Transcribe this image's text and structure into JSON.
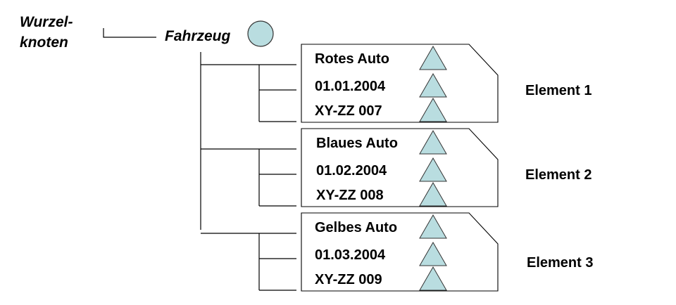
{
  "root": {
    "label_line1": "Wurzel-",
    "label_line2": "knoten"
  },
  "vehicle": {
    "label": "Fahrzeug",
    "node_icon": "circle-node-icon"
  },
  "elements": [
    {
      "label": "Element 1",
      "fields": [
        "Rotes Auto",
        "01.01.2004",
        "XY-ZZ 007"
      ],
      "field_icon": "triangle-node-icon"
    },
    {
      "label": "Element 2",
      "fields": [
        "Blaues Auto",
        "01.02.2004",
        "XY-ZZ 008"
      ],
      "field_icon": "triangle-node-icon"
    },
    {
      "label": "Element 3",
      "fields": [
        "Gelbes Auto",
        "01.03.2004",
        "XY-ZZ 009"
      ],
      "field_icon": "triangle-node-icon"
    }
  ],
  "colors": {
    "node_fill": "#b9dde0",
    "line": "#000000",
    "background": "#ffffff"
  }
}
